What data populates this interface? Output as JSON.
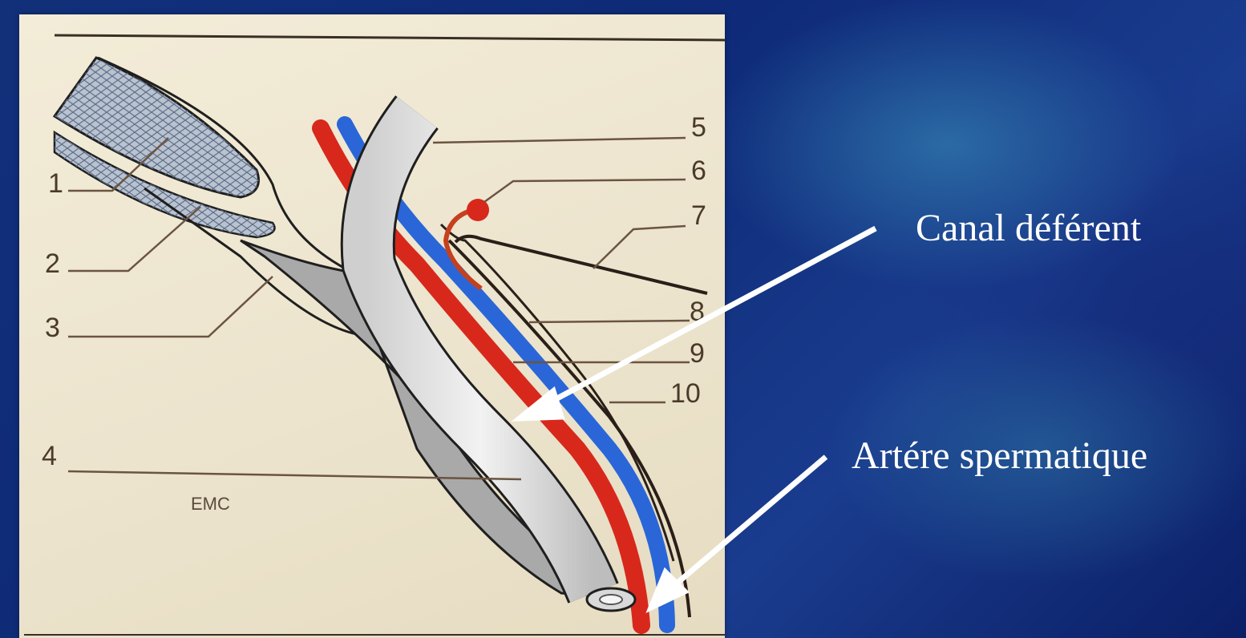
{
  "figure": {
    "numbers": [
      "1",
      "2",
      "3",
      "4",
      "5",
      "6",
      "7",
      "8",
      "9",
      "10"
    ],
    "mark": "EMC"
  },
  "annotations": {
    "canal_deferent": "Canal déférent",
    "artere_spermatique": "Artére spermatique"
  },
  "colors": {
    "artery": "#d8281c",
    "vein": "#2a66d8",
    "slide_background": "#12307a",
    "paper": "#efe7d2"
  }
}
